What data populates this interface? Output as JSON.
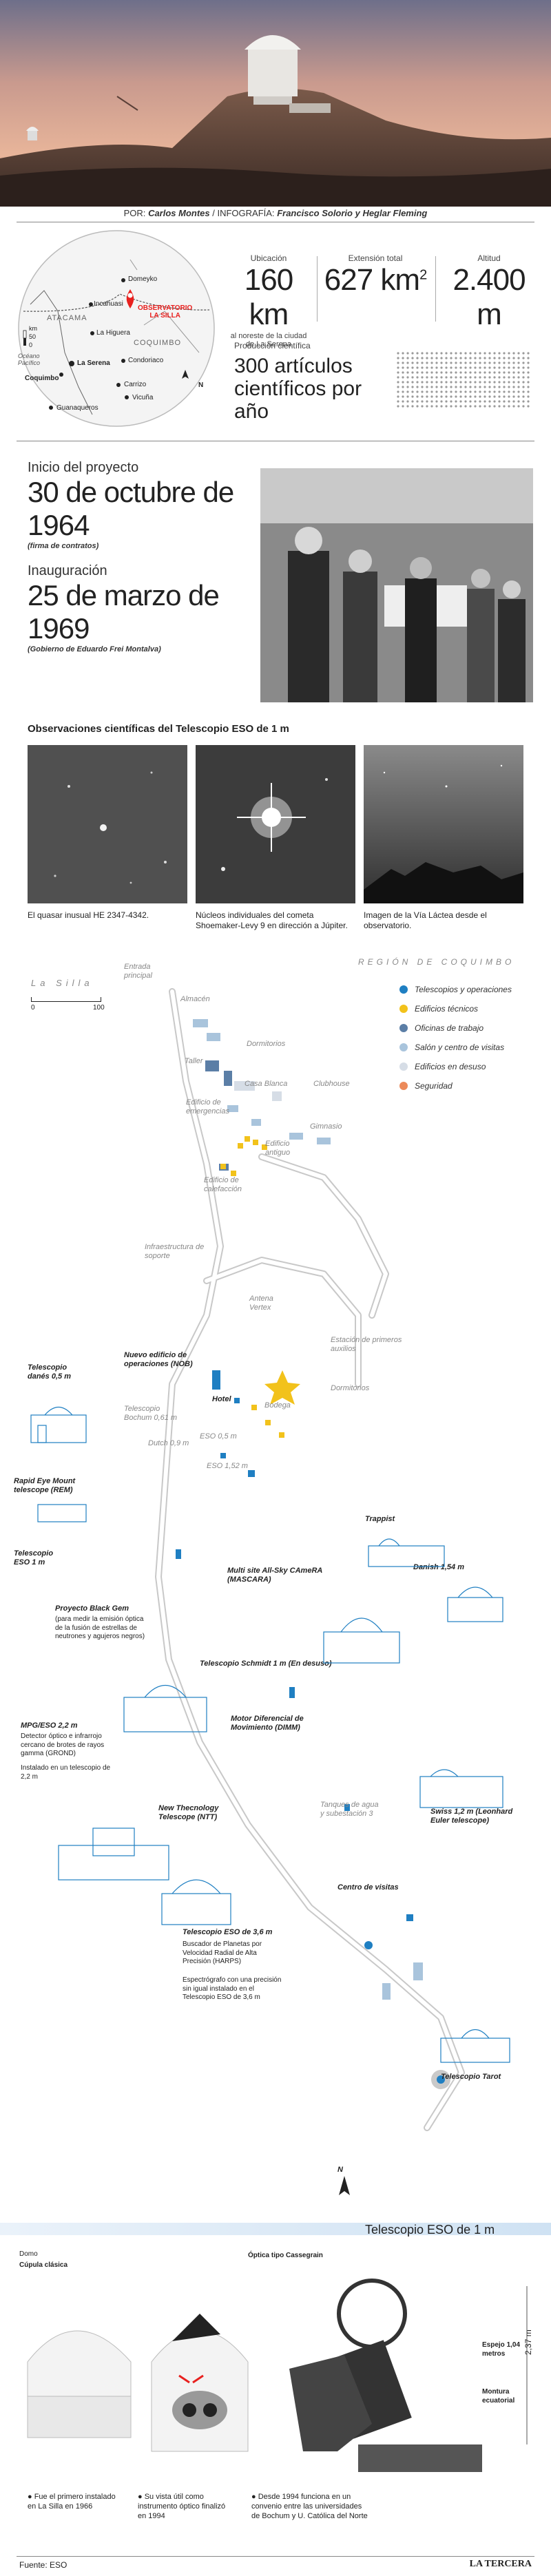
{
  "credits": {
    "por_label": "POR:",
    "author": "Carlos Montes",
    "infografia_label": "/ INFOGRAFÍA:",
    "designers": "Francisco Solorio y Heglar Fleming"
  },
  "locator": {
    "region_atacama": "ATACAMA",
    "region_coquimbo": "COQUIMBO",
    "ocean": "Océano Pacífico",
    "km": "km",
    "km_zero": "0",
    "km_scale": "50",
    "marker_top": "OBSERVATORIO",
    "marker_bottom": "LA SILLA",
    "towns": [
      "Domeyko",
      "Incahuasi",
      "La Higuera",
      "La Serena",
      "Coquimbo",
      "Condoriaco",
      "Carrizo",
      "Vicuña",
      "Guanaqueros"
    ],
    "north": "N"
  },
  "stats": {
    "ubicacion_label": "Ubicación",
    "ubicacion_value": "160 km",
    "ubicacion_note": "al noreste de la ciudad de La Serena",
    "extension_label": "Extensión total",
    "extension_value": "627 km",
    "extension_sup": "2",
    "altitud_label": "Altitud",
    "altitud_value": "2.400 m",
    "produccion_label": "Producción científica",
    "produccion_value": "300 artículos científicos por año"
  },
  "dates": {
    "inicio_label": "Inicio del proyecto",
    "inicio_value": "30 de octubre de 1964",
    "inicio_note": "(firma de contratos)",
    "inaug_label": "Inauguración",
    "inaug_value": "25 de marzo de 1969",
    "inaug_note": "(Gobierno de Eduardo Frei Montalva)"
  },
  "observations": {
    "title": "Observaciones científicas del Telescopio ESO de 1 m",
    "cap1": "El quasar inusual HE 2347-4342.",
    "cap2": "Núcleos individuales del cometa Shoemaker-Levy 9 en dirección a Júpiter.",
    "cap3": "Imagen de la Vía Láctea desde el observatorio."
  },
  "map": {
    "region": "REGIÓN DE COQUIMBO",
    "la_silla": "La Silla",
    "scale_0": "0",
    "scale_100": "100",
    "legend": [
      {
        "label": "Telescopios y operaciones",
        "color": "#1f7fc2"
      },
      {
        "label": "Edificios técnicos",
        "color": "#f2c21b"
      },
      {
        "label": "Oficinas de trabajo",
        "color": "#5b7ea6"
      },
      {
        "label": "Salón y centro de visitas",
        "color": "#a9c4dc"
      },
      {
        "label": "Edificios en desuso",
        "color": "#d6dde6"
      },
      {
        "label": "Seguridad",
        "color": "#ec8a5a"
      }
    ],
    "grey_labels": {
      "entrada": "Entrada principal",
      "almacen": "Almacén",
      "dormitorios": "Dormitorios",
      "taller": "Taller",
      "casa_blanca": "Casa Blanca",
      "clubhouse": "Clubhouse",
      "edif_emergencia": "Edificio de emergencias",
      "gimnasio": "Gimnasio",
      "edif_antiguo": "Edificio antiguo",
      "edif_calefaccion": "Edificio de calefacción",
      "infraestructura": "Infraestructura de soporte",
      "antena": "Antena Vertex",
      "estacion": "Estación de primeros auxilios",
      "dormitorios2": "Dormitorios",
      "bodega": "Bodega",
      "telescopio_bochum": "Telescopio Bochum 0,61 m",
      "dutch": "Dutch 0,9 m",
      "eso05": "ESO 0,5 m",
      "eso152": "ESO 1,52 m",
      "tanques": "Tanques de agua y subestación 3"
    },
    "dark_labels": {
      "nob": "Nuevo edificio de operaciones (NOB)",
      "hotel": "Hotel",
      "danes": "Telescopio danés 0,5 m",
      "trappist": "Trappist",
      "rem": "Rapid Eye Mount telescope (REM)",
      "eso1m": "Telescopio ESO 1 m",
      "mascara": "Multi site All-Sky CAmeRA (MASCARA)",
      "danish": "Danish 1,54 m",
      "blackgem": "Proyecto Black Gem",
      "blackgem_note": "(para medir la emisión óptica de la fusión de estrellas de neutrones y agujeros negros)",
      "schmidt": "Telescopio Schmidt 1 m (En desuso)",
      "mpg": "MPG/ESO 2,2 m",
      "mpg_note": "Detector óptico e infrarrojo cercano de brotes de rayos gamma (GROND)",
      "mpg_note2": "Instalado en un telescopio de 2,2 m",
      "dimm": "Motor Diferencial de Movimiento (DIMM)",
      "ntt": "New Thecnology Telescope (NTT)",
      "swiss": "Swiss 1,2 m (Leonhard Euler telescope)",
      "centro": "Centro de visitas",
      "eso36": "Telescopio ESO de 3,6 m",
      "eso36_note": "Buscador de Planetas por Velocidad Radial de Alta Precisión (HARPS)",
      "eso36_note2": "Espectrógrafo con una precisión sin igual instalado en el Telescopio ESO de 3,6 m",
      "tarot": "Telescopio Tarot",
      "north": "N"
    }
  },
  "bottom": {
    "title": "Telescopio ESO de 1 m",
    "domo": "Domo",
    "cupula": "Cúpula clásica",
    "cassegrain": "Óptica tipo Cassegrain",
    "espejo": "Espejo 1,04 metros",
    "montura": "Montura ecuatorial",
    "height": "2,37 m",
    "fact1": "Fue el primero instalado en La Silla en 1966",
    "fact2": "Su vista útil como instrumento óptico finalizó en 1994",
    "fact3": "Desde 1994 funciona en un convenio entre las universidades de Bochum y U. Católica del Norte"
  },
  "footer": {
    "source": "Fuente: ESO",
    "brand": "LA TERCERA"
  }
}
